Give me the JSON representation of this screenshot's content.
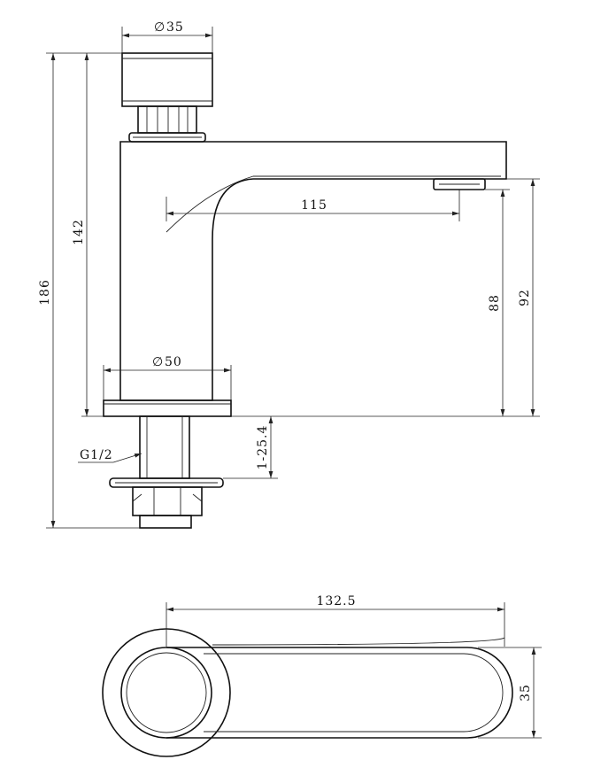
{
  "dimensions": {
    "cap_diameter": "35",
    "total_height": "186",
    "body_height": "142",
    "spout_reach": "115",
    "outlet_height_88": "88",
    "outlet_height_92": "92",
    "base_diameter": "50",
    "thread": "G1/2",
    "mount_range": "1-25.4",
    "top_length": "132.5",
    "top_width": "35"
  },
  "symbols": {
    "diameter": "∅"
  }
}
